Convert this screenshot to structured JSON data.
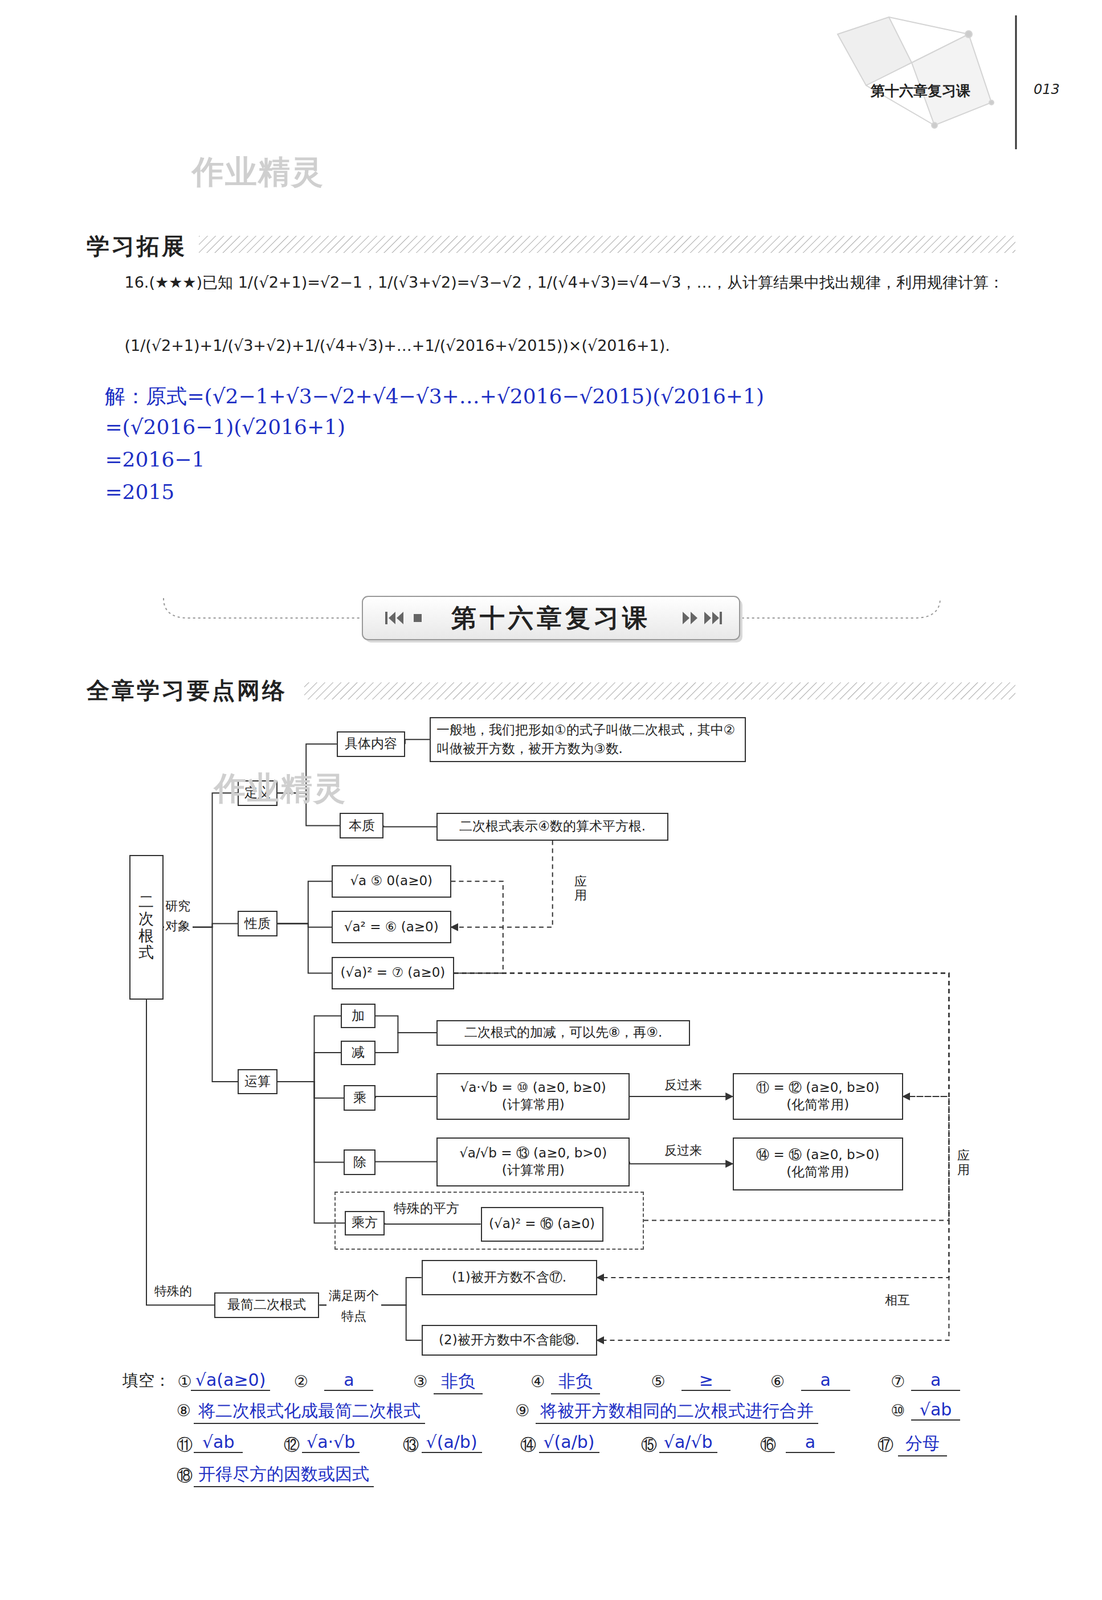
{
  "diagram": {
    "nodes": [
      {
        "text": [
          "第十六章复习课"
        ]
      },
      {
        "text": [
          "二次根式"
        ]
      },
      {
        "text": [
          "定义"
        ]
      },
      {
        "text": [
          "具体内容"
        ]
      },
      {
        "text": [
          "一般地，我们把形如①的式子叫做二次根式，其中②叫做被开方数，被开方数为③数."
        ]
      },
      {
        "text": [
          "本质"
        ]
      },
      {
        "text": [
          "二次根式表示④数的算术平方根."
        ]
      },
      {
        "text": [
          "性质"
        ]
      },
      {
        "text": [
          "√a ⑤ 0(a≥0)"
        ]
      },
      {
        "text": [
          "√a² = ⑥ (a≥0)"
        ]
      },
      {
        "text": [
          "(√a)² = ⑦ (a≥0)"
        ]
      },
      {
        "text": [
          "运算"
        ]
      },
      {
        "text": [
          "加"
        ]
      },
      {
        "text": [
          "减"
        ]
      },
      {
        "text": [
          "二次根式的加减，可以先⑧，再⑨."
        ]
      },
      {
        "text": [
          "乘"
        ]
      },
      {
        "text": [
          "√a·√b = ⑩ (a≥0, b≥0)",
          "(计算常用)"
        ]
      },
      {
        "text": [
          "⑪ = ⑫ (a≥0, b≥0)",
          "(化简常用)"
        ]
      },
      {
        "text": [
          "除"
        ]
      },
      {
        "text": [
          "√a/√b = ⑬ (a≥0, b>0)",
          "(计算常用)"
        ]
      },
      {
        "text": [
          "⑭ = ⑮ (a≥0, b>0)",
          "(化简常用)"
        ]
      },
      {
        "text": [
          "特殊的平方"
        ]
      },
      {
        "text": [
          "乘方"
        ],
        "in": 21
      },
      {
        "text": [
          "(√a)² = ⑯ (a≥0)"
        ],
        "in": 21
      },
      {
        "text": [
          "最简二次根式"
        ]
      },
      {
        "text": [
          "(1)被开方数不含⑰."
        ]
      },
      {
        "text": [
          "(2)被开方数中不含能⑱."
        ]
      }
    ],
    "edges": [
      {
        "from": 1,
        "to": 2,
        "arrow": "none"
      },
      {
        "from": 1,
        "to": 7,
        "arrow": "none",
        "label": "研究对象"
      },
      {
        "from": 1,
        "to": 11,
        "arrow": "none"
      },
      {
        "from": 1,
        "to": 24,
        "arrow": "none",
        "label": "特殊的"
      },
      {
        "from": 2,
        "to": 3,
        "arrow": "none"
      },
      {
        "from": 2,
        "to": 5,
        "arrow": "none"
      },
      {
        "from": 3,
        "to": 4,
        "arrow": "none"
      },
      {
        "from": 5,
        "to": 6,
        "arrow": "none"
      },
      {
        "from": 7,
        "to": 8,
        "arrow": "none"
      },
      {
        "from": 7,
        "to": 9,
        "arrow": "none"
      },
      {
        "from": 7,
        "to": 10,
        "arrow": "none"
      },
      {
        "from": 11,
        "to": 12,
        "arrow": "none"
      },
      {
        "from": 11,
        "to": 13,
        "arrow": "none"
      },
      {
        "from": 11,
        "to": 15,
        "arrow": "none"
      },
      {
        "from": 11,
        "to": 18,
        "arrow": "none"
      },
      {
        "from": 11,
        "to": 22,
        "arrow": "none"
      },
      {
        "from": 12,
        "to": 14,
        "arrow": "none"
      },
      {
        "from": 13,
        "to": 14,
        "arrow": "none"
      },
      {
        "from": 15,
        "to": 16,
        "arrow": "none"
      },
      {
        "from": 16,
        "to": 17,
        "arrow": "to",
        "label": "反过来"
      },
      {
        "from": 18,
        "to": 19,
        "arrow": "none"
      },
      {
        "from": 19,
        "to": 20,
        "arrow": "to",
        "label": "反过来"
      },
      {
        "from": 22,
        "to": 23,
        "arrow": "none"
      },
      {
        "from": 24,
        "to": 25,
        "arrow": "none",
        "label": "满足两个特点"
      },
      {
        "from": 24,
        "to": 26,
        "arrow": "none"
      },
      {
        "from": 6,
        "to": 9,
        "arrow": "to",
        "label": "应用"
      },
      {
        "from": 10,
        "to": 17,
        "arrow": "to",
        "label": "应用"
      },
      {
        "from": 21,
        "to": 17,
        "arrow": "to"
      },
      {
        "from": 10,
        "to": 25,
        "arrow": "to",
        "label": "相互"
      },
      {
        "from": 10,
        "to": 26,
        "arrow": "to"
      }
    ],
    "labels": [
      "第十六章复习课",
      "013",
      "作业精灵",
      "学习拓展",
      "16.(★★★)已知 1/(√2+1)=√2−1，1/(√3+√2)=√3−√2，1/(√4+√3)=√4−√3，…，从计算结果中找出规律，利用规律计算：",
      "(1/(√2+1)+1/(√3+√2)+1/(√4+√3)+…+1/(√2016+√2015))×(√2016+1).",
      "解：原式=(√2−1+√3−√2+√4−√3+…+√2016−√2015)(√2016+1)",
      "=(√2016−1)(√2016+1)",
      "=2016−1",
      "=2015",
      "全章学习要点网络",
      "作业精灵",
      "填空：",
      "①",
      "√a(a≥0)",
      "②",
      "a",
      "③",
      "非负",
      "④",
      "非负",
      "⑤",
      "≥",
      "⑥",
      "a",
      "⑦",
      "a",
      "⑧",
      "将二次根式化成最简二次根式",
      "⑨",
      "将被开方数相同的二次根式进行合并",
      "⑩",
      "√ab",
      "⑪",
      "√ab",
      "⑫",
      "√a·√b",
      "⑬",
      "√(a/b)",
      "⑭",
      "√(a/b)",
      "⑮",
      "√a/√b",
      "⑯",
      "a",
      "⑰",
      "分母",
      "⑱",
      "开得尽方的因数或因式"
    ]
  }
}
